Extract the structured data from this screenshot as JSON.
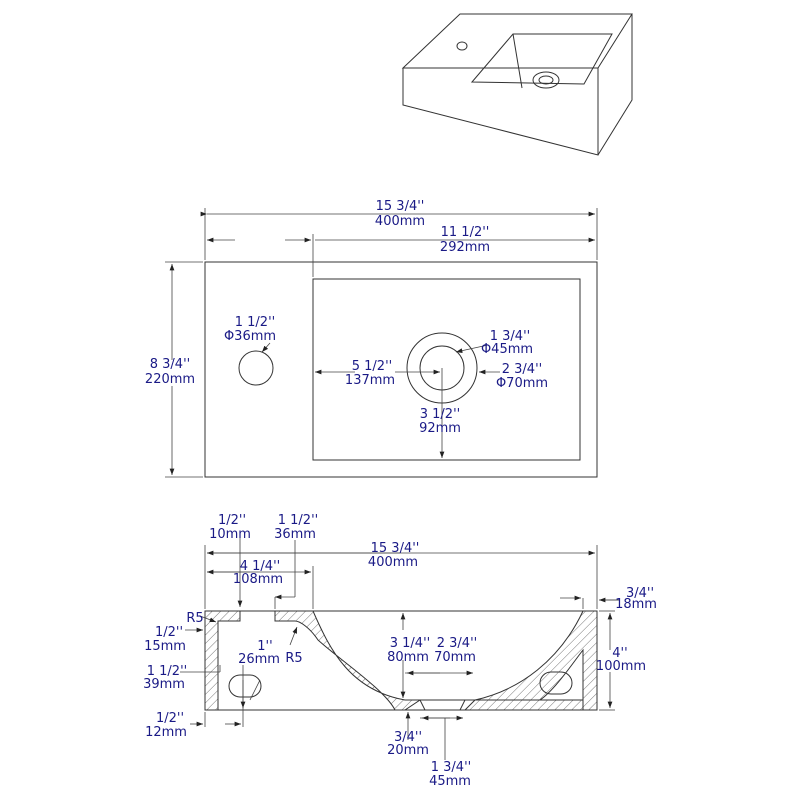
{
  "colors": {
    "dimension_text": "#1a1a86",
    "lines": "#333333"
  },
  "plan": {
    "overall_width_in": "15 3/4''",
    "overall_width_mm": "400mm",
    "basin_width_in": "11 1/2''",
    "basin_width_mm": "292mm",
    "depth_in": "8 3/4''",
    "depth_mm": "220mm",
    "tap_hole_in": "1 1/2''",
    "tap_hole_mm": "Φ36mm",
    "drain_inner_in": "1 3/4''",
    "drain_inner_mm": "Φ45mm",
    "drain_outer_in": "2 3/4''",
    "drain_outer_mm": "Φ70mm",
    "drain_offset_x_in": "5 1/2''",
    "drain_offset_x_mm": "137mm",
    "drain_offset_y_in": "3 1/2''",
    "drain_offset_y_mm": "92mm"
  },
  "section": {
    "top_wall_in": "1/2''",
    "top_wall_mm": "10mm",
    "opening_in": "1 1/2''",
    "opening_mm": "36mm",
    "overall_width_in": "15 3/4''",
    "overall_width_mm": "400mm",
    "rim_in": "4 1/4''",
    "rim_mm": "108mm",
    "right_wall_in": "3/4''",
    "right_wall_mm": "18mm",
    "radius_left": "R5",
    "radius_right": "R5",
    "inner_top_in": "1/2''",
    "inner_top_mm": "15mm",
    "slot_in": "1''",
    "slot_mm": "26mm",
    "slot_height_in": "1 1/2''",
    "slot_height_mm": "39mm",
    "basin_depth_in": "3 1/4''",
    "basin_depth_mm": "80mm",
    "drain_top_in": "2 3/4''",
    "drain_top_mm": "70mm",
    "height_in": "4''",
    "height_mm": "100mm",
    "left_wall_in": "1/2''",
    "left_wall_mm": "12mm",
    "bottom_thick_in": "3/4''",
    "bottom_thick_mm": "20mm",
    "drain_bottom_in": "1 3/4''",
    "drain_bottom_mm": "45mm"
  }
}
